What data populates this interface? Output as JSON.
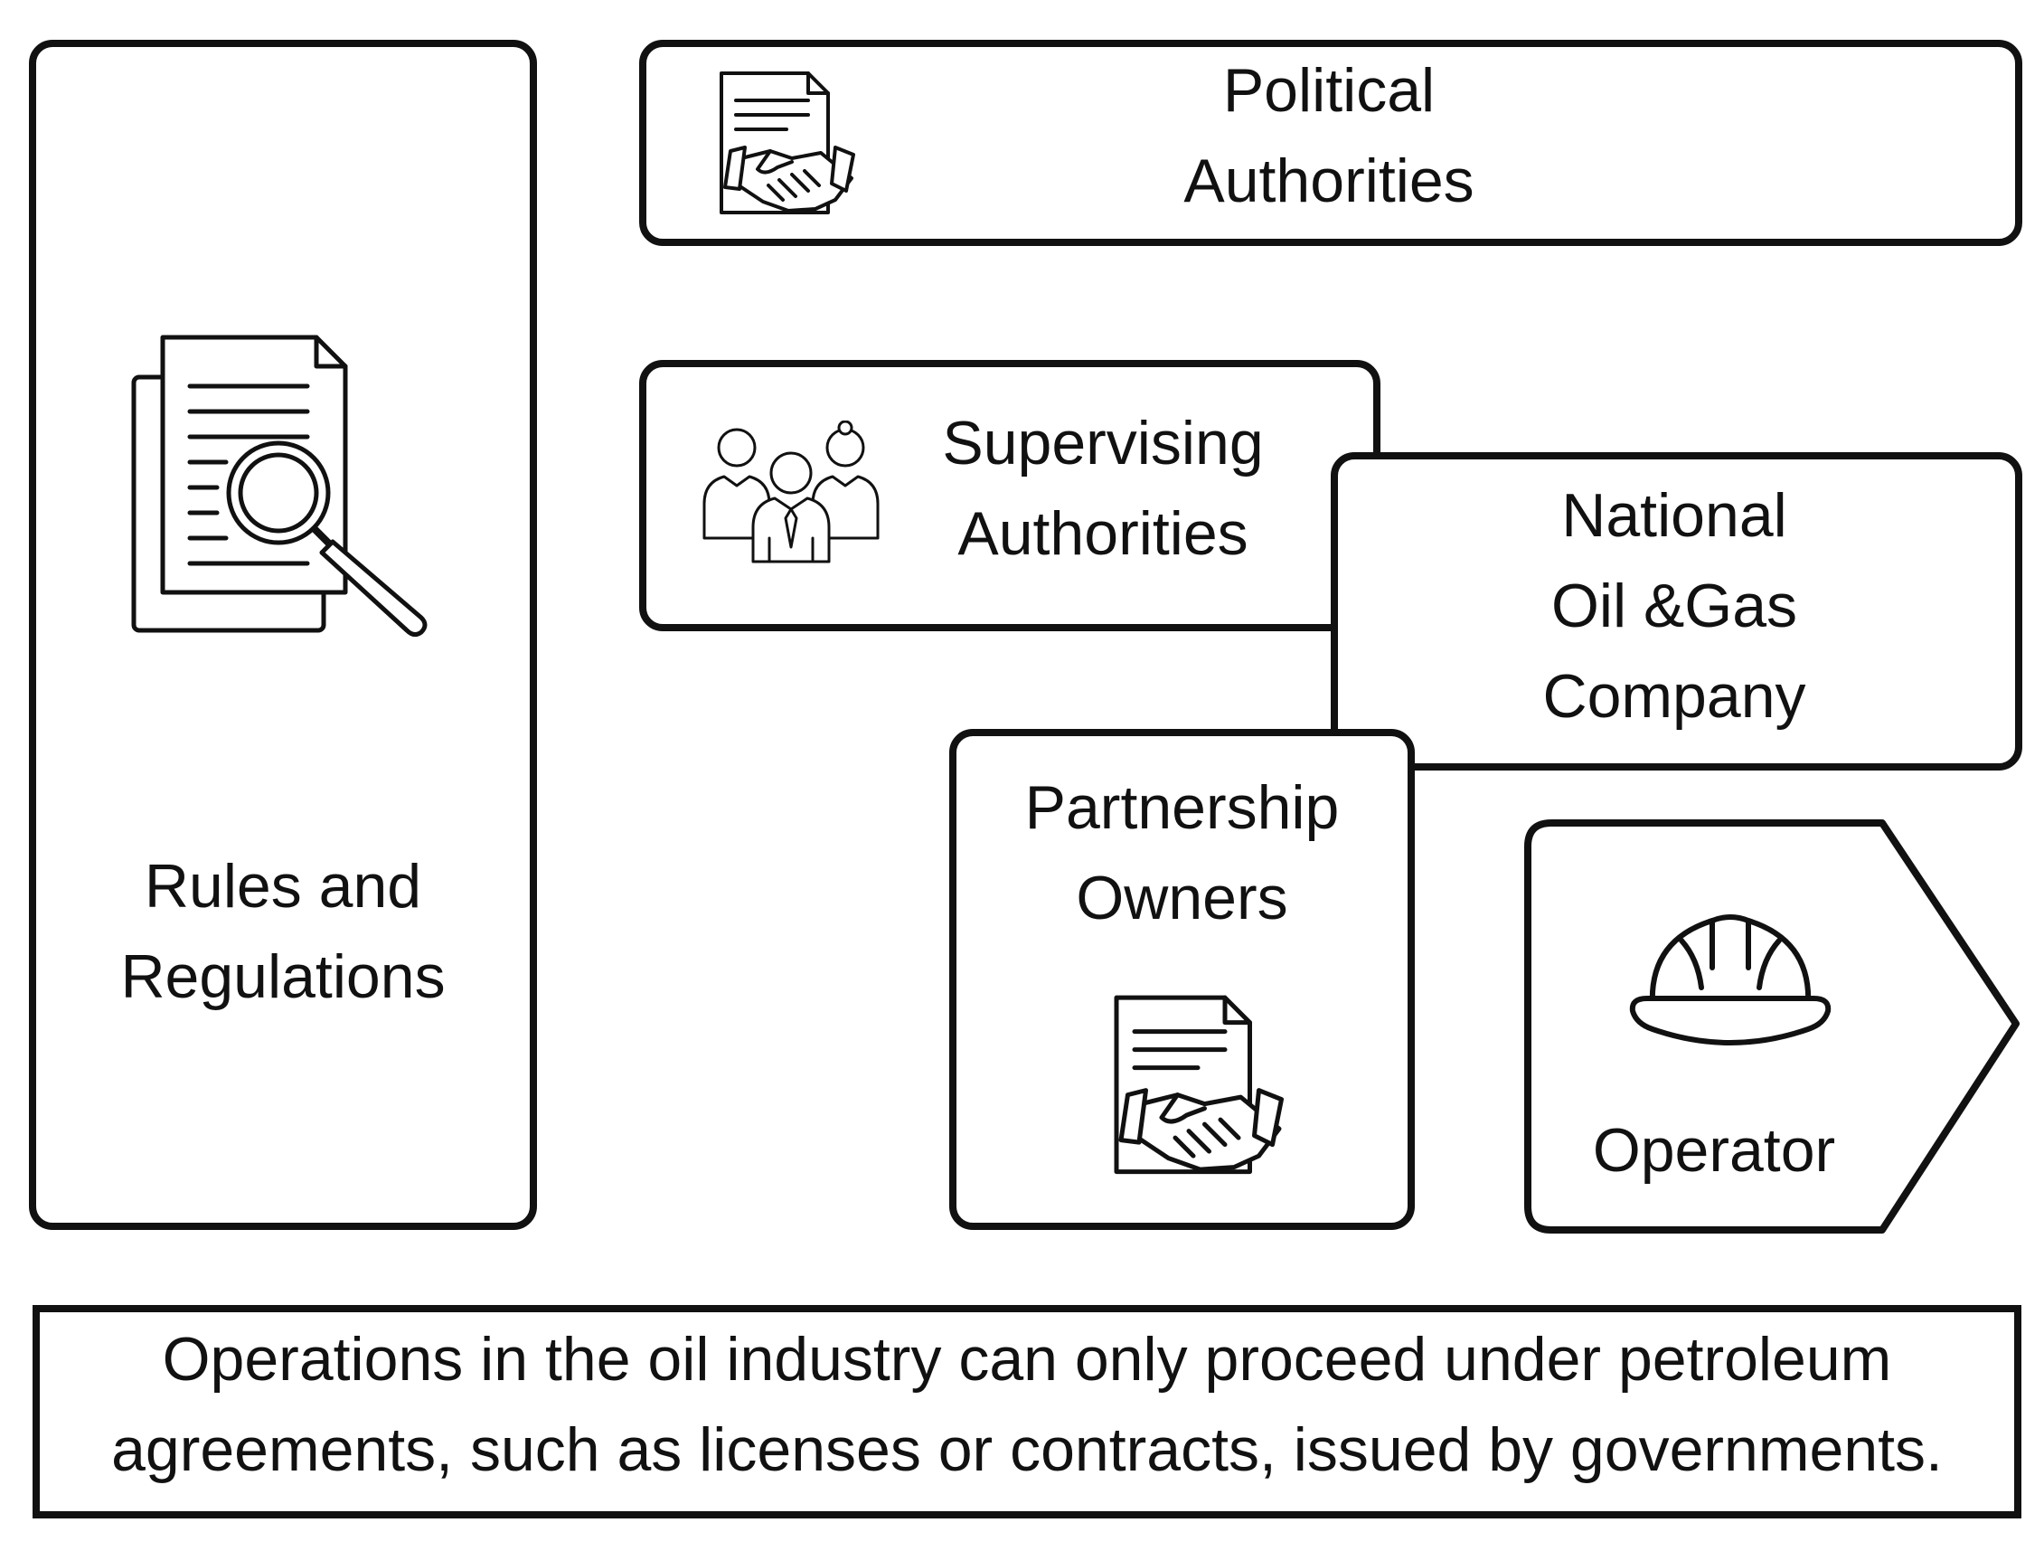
{
  "boxes": {
    "rules": {
      "line1": "Rules and",
      "line2": "Regulations",
      "icon": "document-search-icon"
    },
    "political": {
      "line1": "Political",
      "line2": "Authorities",
      "icon": "contract-handshake-icon"
    },
    "supervising": {
      "line1": "Supervising",
      "line2": "Authorities",
      "icon": "people-group-icon"
    },
    "noc": {
      "line1": "National",
      "line2": "Oil &Gas",
      "line3": "Company"
    },
    "partnership": {
      "line1": "Partnership",
      "line2": "Owners",
      "icon": "contract-handshake-icon"
    },
    "operator": {
      "line1": "Operator",
      "icon": "hard-hat-icon"
    }
  },
  "note": {
    "line1": "Operations in the oil industry can only proceed under petroleum",
    "line2": "agreements, such as licenses or contracts, issued by governments."
  },
  "colors": {
    "stroke": "#111111",
    "background": "#ffffff"
  }
}
